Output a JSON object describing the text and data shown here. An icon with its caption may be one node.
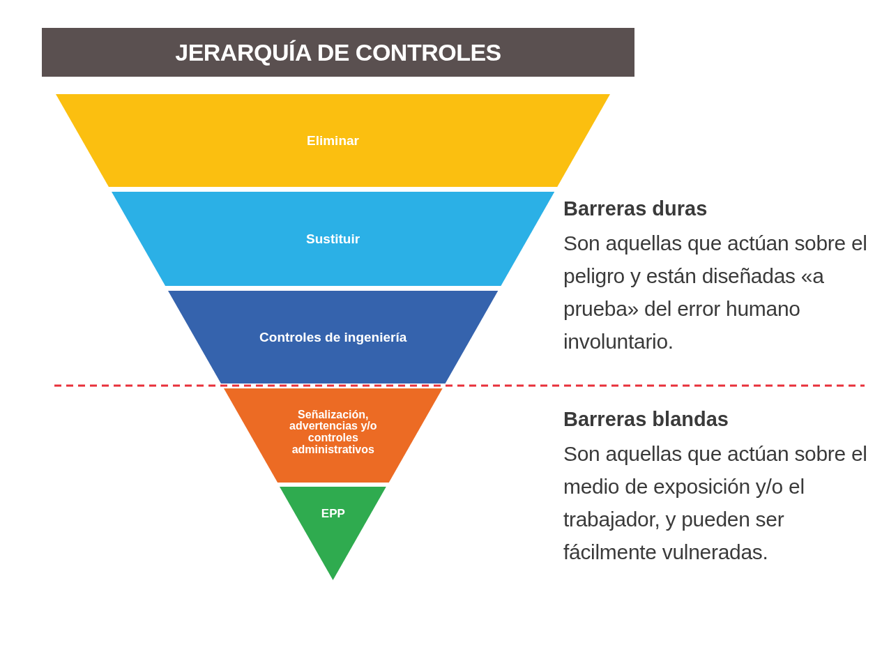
{
  "diagram": {
    "title": "JERARQUÍA DE CONTROLES",
    "nodes": [
      {
        "text": [
          "Eliminar"
        ]
      },
      {
        "text": [
          "Sustituir"
        ]
      },
      {
        "text": [
          "Controles de ingeniería"
        ]
      },
      {
        "text": [
          "Señalización, advertencias y/o controles administrativos"
        ]
      },
      {
        "text": [
          "EPP"
        ]
      }
    ],
    "edges": [],
    "labels": [
      "Barreras duras",
      "Son aquellas que actúan sobre el peligro y están diseñadas «a prueba» del error humano involuntario.",
      "Barreras blandas",
      "Son aquellas que actúan sobre el medio de exposición y/o el trabajador, y pueden ser fácilmente vulneradas."
    ]
  }
}
